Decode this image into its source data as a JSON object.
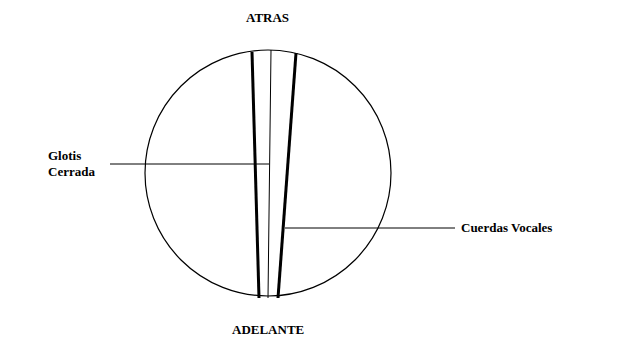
{
  "diagram": {
    "labels": [
      "ATRAS",
      "Glotis Cerrada",
      "Cuerdas Vocales",
      "ADELANTE"
    ]
  }
}
